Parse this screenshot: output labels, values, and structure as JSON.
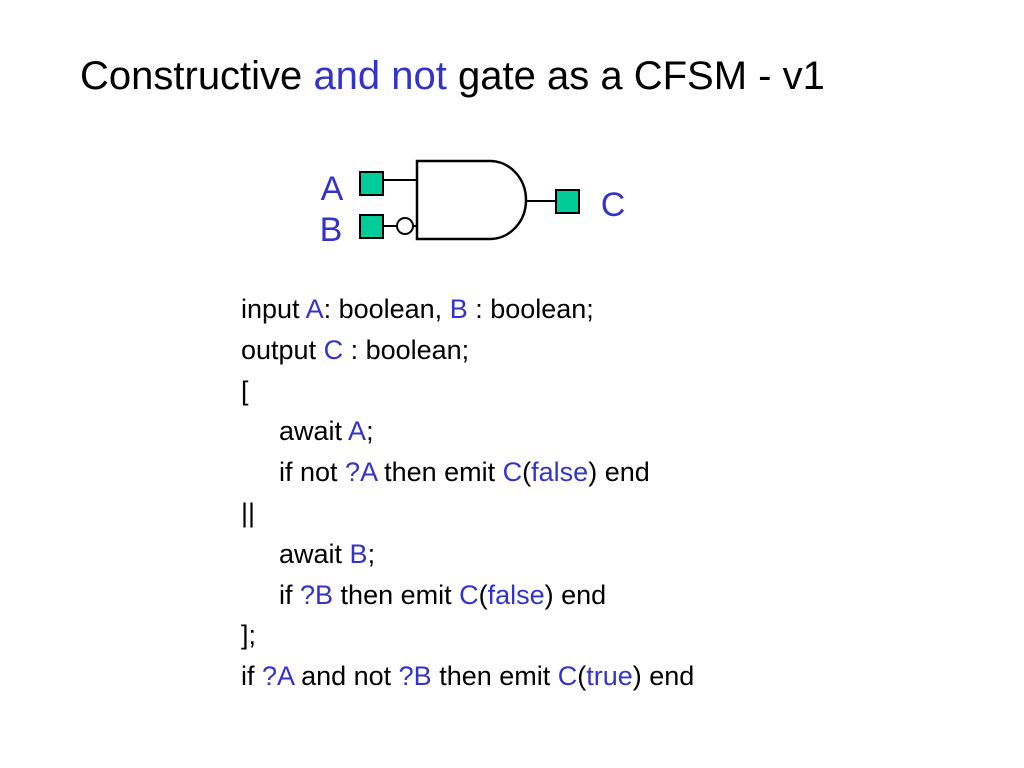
{
  "title": {
    "part1": "Constructive",
    "part2": "and not",
    "part3": "gate as a CFSM - v1"
  },
  "diagram": {
    "label_a": "A",
    "label_b": "B",
    "label_c": "C",
    "port_color": "#00cc99",
    "label_color": "#3333cc"
  },
  "code": [
    [
      {
        "t": "input "
      },
      {
        "t": "A",
        "c": 1
      },
      {
        "t": ": boolean, "
      },
      {
        "t": "B",
        "c": 1
      },
      {
        "t": " : boolean;"
      }
    ],
    [
      {
        "t": "output "
      },
      {
        "t": "C",
        "c": 1
      },
      {
        "t": " : boolean;"
      }
    ],
    [
      {
        "t": "["
      }
    ],
    [
      {
        "i": 1
      },
      {
        "t": "await "
      },
      {
        "t": "A",
        "c": 1
      },
      {
        "t": ";"
      }
    ],
    [
      {
        "i": 1
      },
      {
        "t": "if not "
      },
      {
        "t": "?A",
        "c": 1
      },
      {
        "t": " then emit "
      },
      {
        "t": "C",
        "c": 1
      },
      {
        "t": "("
      },
      {
        "t": "false",
        "c": 1
      },
      {
        "t": ") end"
      }
    ],
    [
      {
        "t": "||"
      }
    ],
    [
      {
        "i": 1
      },
      {
        "t": "await "
      },
      {
        "t": "B",
        "c": 1
      },
      {
        "t": ";"
      }
    ],
    [
      {
        "i": 1
      },
      {
        "t": "if "
      },
      {
        "t": "?B",
        "c": 1
      },
      {
        "t": " then emit "
      },
      {
        "t": "C",
        "c": 1
      },
      {
        "t": "("
      },
      {
        "t": "false",
        "c": 1
      },
      {
        "t": ") end"
      }
    ],
    [
      {
        "t": "];"
      }
    ],
    [
      {
        "t": "if "
      },
      {
        "t": "?A",
        "c": 1
      },
      {
        "t": " and not "
      },
      {
        "t": "?B",
        "c": 1
      },
      {
        "t": " then emit "
      },
      {
        "t": "C",
        "c": 1
      },
      {
        "t": "("
      },
      {
        "t": "true",
        "c": 1
      },
      {
        "t": ") end"
      }
    ]
  ]
}
